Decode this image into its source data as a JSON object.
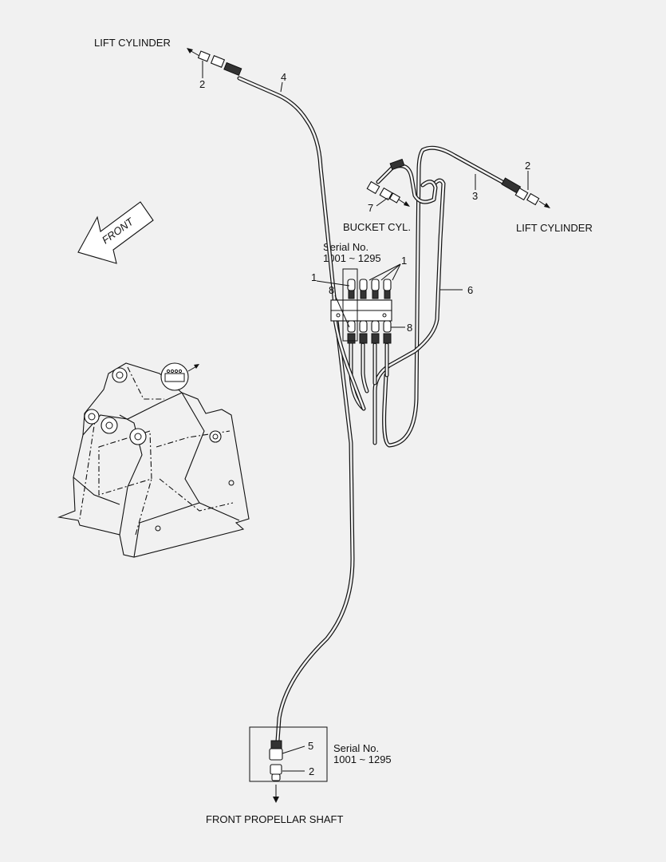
{
  "labels": {
    "lift_cylinder_left": "LIFT CYLINDER",
    "lift_cylinder_right": "LIFT CYLINDER",
    "bucket_cyl": "BUCKET CYL.",
    "front": "FRONT",
    "front_propellar_shaft": "FRONT PROPELLAR SHAFT",
    "serial_upper_title": "Serial No.",
    "serial_upper_range": "1001 ~ 1295",
    "serial_lower_title": "Serial No.",
    "serial_lower_range": "1001 ~ 1295"
  },
  "callouts": {
    "c2_top_left": "2",
    "c4": "4",
    "c2_right": "2",
    "c3": "3",
    "c7": "7",
    "c1_right": "1",
    "c1_left": "1",
    "c8_left": "8",
    "c8_right": "8",
    "c6": "6",
    "c5": "5",
    "c2_bottom": "2"
  }
}
